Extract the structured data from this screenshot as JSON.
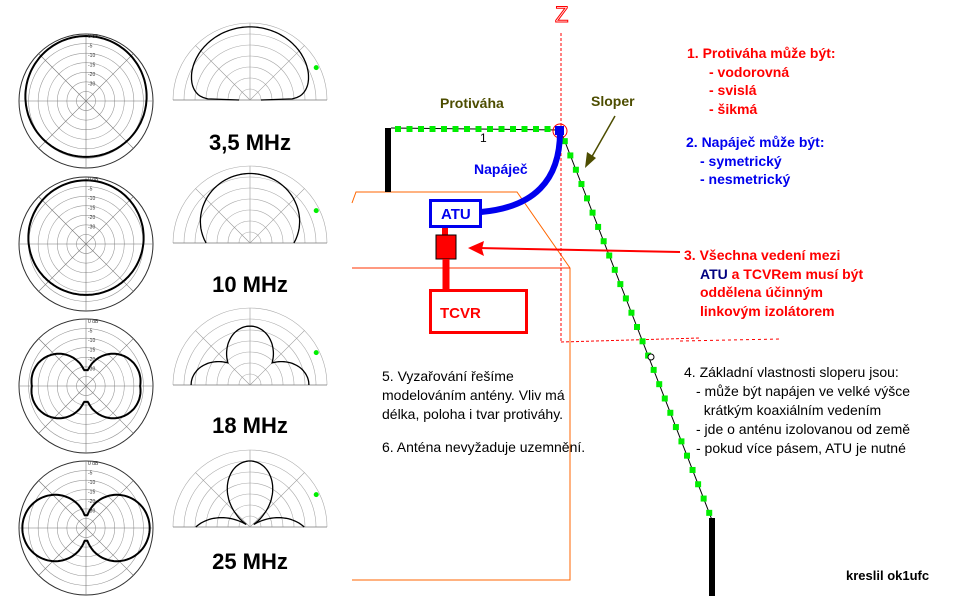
{
  "frequencies": [
    "3,5 MHz",
    "10 MHz",
    "18 MHz",
    "25 MHz"
  ],
  "polar_labels": {
    "db_ticks": [
      "0 dB",
      "-5",
      "-10",
      "-15",
      "-20",
      "-30"
    ]
  },
  "diagram": {
    "z_label": "Z",
    "counterpoise_label": "Protiváha",
    "sloper_label": "Sloper",
    "feeder_label": "Napáječ",
    "atu_label": "ATU",
    "tcvr_label": "TCVR",
    "segment_number": "1"
  },
  "notes": {
    "n1": {
      "title": "1. Protiváha může být:",
      "items": [
        "- vodorovná",
        "- svislá",
        "- šikmá"
      ]
    },
    "n2": {
      "title": "2. Napáječ může být:",
      "items": [
        "- symetrický",
        "- nesmetrický"
      ]
    },
    "n3": {
      "line1": "3. Všechna vedení mezi",
      "atu": "ATU",
      "line2": " a TCVRem musí být",
      "line3": "oddělena účinným",
      "line4": "linkovým izolátorem"
    },
    "n4": {
      "title": "4. Základní vlastnosti sloperu jsou:",
      "items": [
        "- může být napájen ve velké výšce",
        "  krátkým koaxiálním vedením",
        "- jde o anténu izolovanou od země",
        "- pokud více pásem, ATU je nutné"
      ]
    },
    "n5": [
      "5. Vyzařování řešíme",
      "modelováním antény. Vliv má",
      "délka, poloha i tvar protiváhy."
    ],
    "n6": "6. Anténa nevyžaduje uzemnění."
  },
  "credit": "kreslil ok1ufc",
  "colors": {
    "red": "#ff0000",
    "blue": "#0000ee",
    "green": "#00ee00",
    "orange": "#ff6600",
    "olive": "#4d4d00"
  }
}
